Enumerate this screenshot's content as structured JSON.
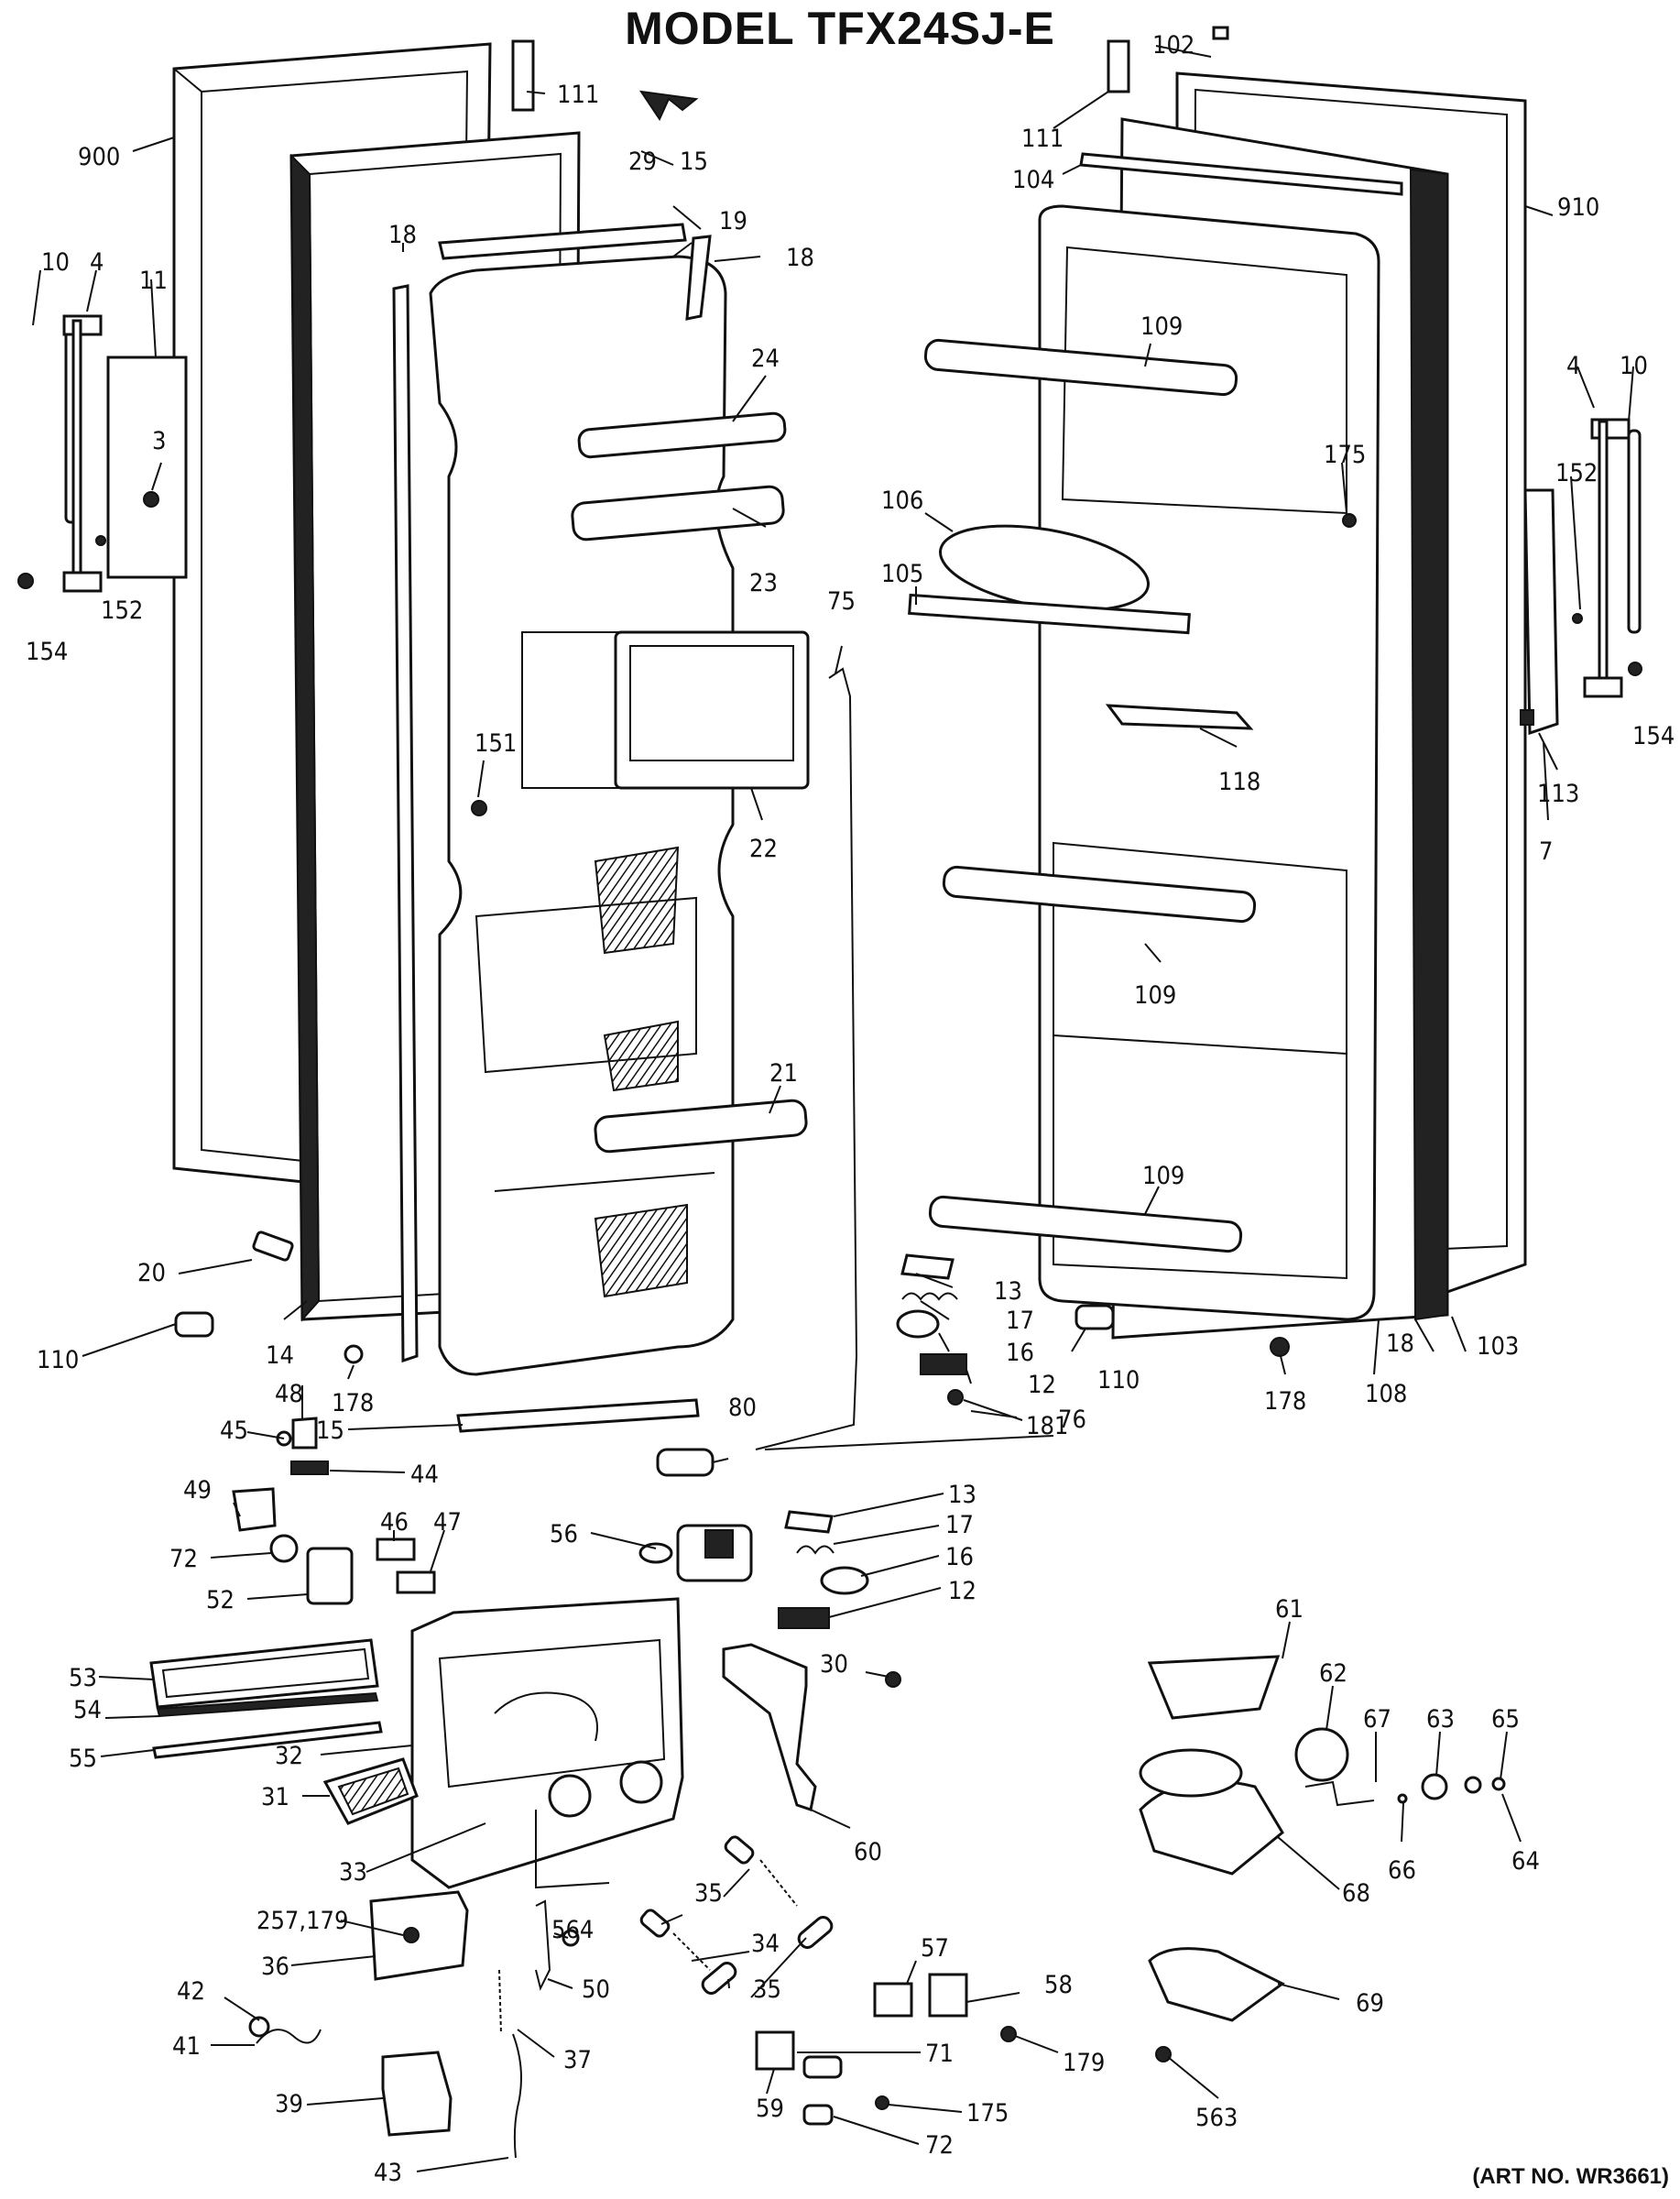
{
  "title": "MODEL TFX24SJ-E",
  "art_number": "(ART NO. WR3661)",
  "callouts": {
    "c900": "900",
    "c910": "910",
    "c111a": "111",
    "c111b": "111",
    "c29": "29",
    "c102": "102",
    "c104": "104",
    "c15a": "15",
    "c15b": "15",
    "c19": "19",
    "c18a": "18",
    "c18b": "18",
    "c18c": "18",
    "c10a": "10",
    "c10b": "10",
    "c4a": "4",
    "c4b": "4",
    "c11": "11",
    "c3": "3",
    "c152a": "152",
    "c152b": "152",
    "c154a": "154",
    "c154b": "154",
    "c24": "24",
    "c23": "23",
    "c109a": "109",
    "c109b": "109",
    "c109c": "109",
    "c175a": "175",
    "c175b": "175",
    "c106": "106",
    "c105": "105",
    "c75": "75",
    "c151": "151",
    "c22": "22",
    "c118": "118",
    "c113": "113",
    "c7": "7",
    "c21": "21",
    "c20": "20",
    "c14": "14",
    "c110a": "110",
    "c110b": "110",
    "c178a": "178",
    "c178b": "178",
    "c13a": "13",
    "c13b": "13",
    "c17a": "17",
    "c17b": "17",
    "c16a": "16",
    "c16b": "16",
    "c12a": "12",
    "c12b": "12",
    "c181": "181",
    "c108": "108",
    "c103": "103",
    "c48": "48",
    "c45": "45",
    "c44": "44",
    "c49": "49",
    "c80": "80",
    "c76": "76",
    "c46": "46",
    "c47": "47",
    "c56": "56",
    "c72a": "72",
    "c72b": "72",
    "c52": "52",
    "c53": "53",
    "c54": "54",
    "c55": "55",
    "c32": "32",
    "c31": "31",
    "c33": "33",
    "c30": "30",
    "c60": "60",
    "c61": "61",
    "c62": "62",
    "c67": "67",
    "c63": "63",
    "c65": "65",
    "c64": "64",
    "c66": "66",
    "c68": "68",
    "c69": "69",
    "c563": "563",
    "c35a": "35",
    "c35b": "35",
    "c34": "34",
    "c257": "257,179",
    "c36": "36",
    "c564": "564",
    "c50": "50",
    "c57": "57",
    "c58": "58",
    "c179": "179",
    "c42": "42",
    "c41": "41",
    "c37": "37",
    "c39": "39",
    "c43": "43",
    "c71": "71",
    "c59": "59"
  }
}
